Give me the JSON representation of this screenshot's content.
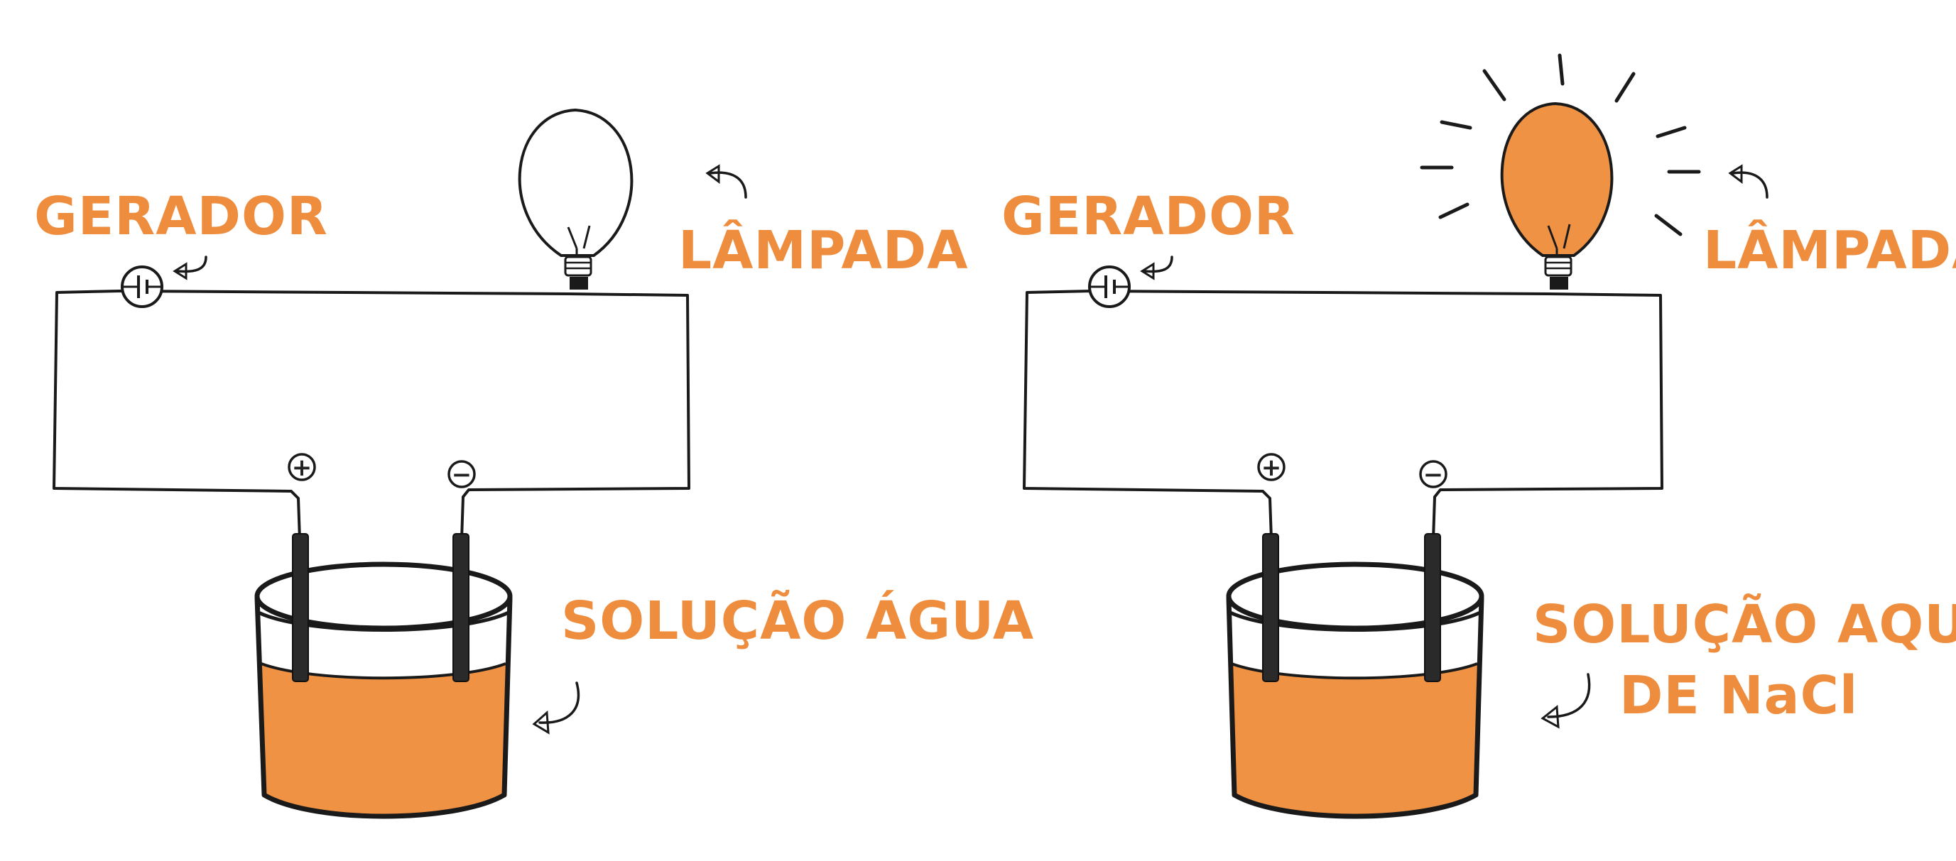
{
  "colors": {
    "accent": "#ee8d3e",
    "solution": "#ef9244",
    "ink": "#1a1a1a"
  },
  "left_circuit": {
    "generator_label": "GERADOR",
    "lamp_label": "LÂMPADA",
    "lamp_state": "off",
    "solution_label": "SOLUÇÃO ÁGUA",
    "positive_symbol": "+",
    "negative_symbol": "−"
  },
  "right_circuit": {
    "generator_label": "GERADOR",
    "lamp_label": "LÂMPADA",
    "lamp_state": "on",
    "solution_label_line1": "SOLUÇÃO AQUOSA",
    "solution_label_line2": "DE NaCl",
    "positive_symbol": "+",
    "negative_symbol": "−"
  },
  "icons": [
    "generator-icon",
    "lamp-icon",
    "beaker-icon",
    "electrode-icon",
    "arrow-icon",
    "light-ray-icon"
  ]
}
